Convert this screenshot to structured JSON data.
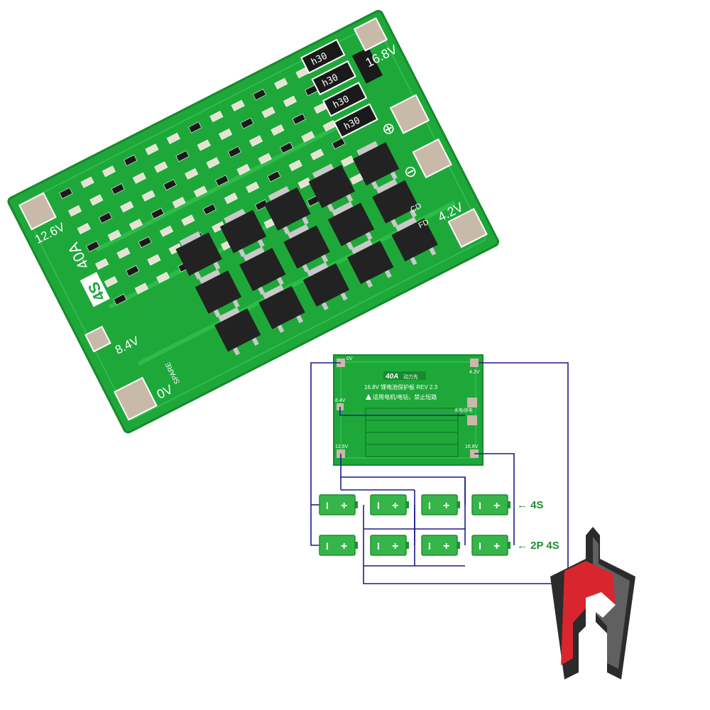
{
  "photo_board": {
    "labels": {
      "v168": "16.8V",
      "v126": "12.6V",
      "v42": "4.2V",
      "v84": "8.4V",
      "v0": "0V",
      "spec_4s": "4S",
      "spec_40a": "40A",
      "cd": "CD",
      "fd": "FD",
      "spare": "SPARE",
      "plus_pad_symbol": "⊕",
      "minus_pad_symbol": "⊖"
    },
    "resistor_label": "h30",
    "resistor_count": 4,
    "mosfet_count": 15
  },
  "diagram": {
    "board_title": "40A",
    "board_title_cn": "动力先",
    "board_subtitle": "16.8V 锂电池保护板 REV 2.3",
    "board_warning": "适用电机/电钻，禁止短路",
    "pins": {
      "v0": "0V",
      "v84": "8.4V",
      "v126": "12.6V",
      "v42": "4.2V",
      "v168": "16.8V",
      "charge_discharge": "充电/放电"
    },
    "row_labels": {
      "series": "← 4S",
      "parallel": "← 2P 4S"
    },
    "cell_minus": "I",
    "cell_plus": "+"
  },
  "colors": {
    "pcb": "#1ea83a",
    "pcb_dark": "#168a2c",
    "trace": "#2fc24b",
    "silk": "#ffffff",
    "pad": "#c9b9a8",
    "mosfet": "#222222",
    "wire": "#1c1c8a",
    "cell": "#36b54a",
    "row_label": "#1f8f2f",
    "logo_red": "#d9262e",
    "logo_dark": "#2b2b2b"
  },
  "logo_icon": "spartan-helmet-icon"
}
